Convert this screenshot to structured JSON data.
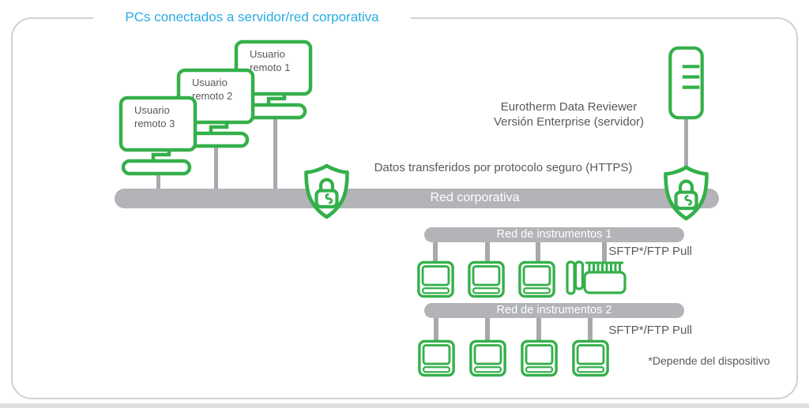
{
  "diagram_title": "PCs conectados a servidor/red corporativa",
  "remote_users": [
    {
      "line1": "Usuario",
      "line2": "remoto 1"
    },
    {
      "line1": "Usuario",
      "line2": "remoto 2"
    },
    {
      "line1": "Usuario",
      "line2": "remoto 3"
    }
  ],
  "server": {
    "name_line1": "Eurotherm Data Reviewer",
    "name_line2": "Versión Enterprise (servidor)"
  },
  "corporate_network": {
    "label": "Red corporativa",
    "transfer_note": "Datos transferidos por protocolo seguro (HTTPS)"
  },
  "instrument_networks": [
    {
      "label": "Red de instrumentos 1",
      "protocol": "SFTP*/FTP Pull"
    },
    {
      "label": "Red de instrumentos 2",
      "protocol": "SFTP*/FTP Pull"
    }
  ],
  "footnote": "*Depende del dispositivo",
  "colors": {
    "accent_blue": "#29abe2",
    "brand_green": "#34b04a",
    "bus_gray": "#b2b4b7",
    "connector_gray": "#a7a9ac",
    "text_gray": "#58595b"
  }
}
